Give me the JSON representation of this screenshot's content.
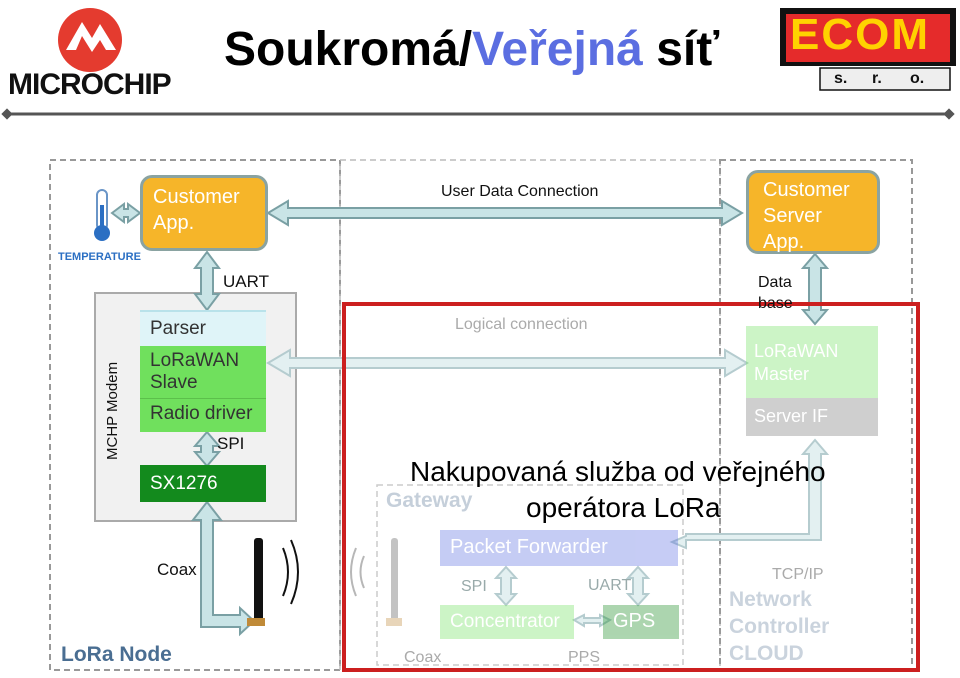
{
  "header": {
    "title_part1": "Soukromá/",
    "title_part2": "Veřejná",
    "title_part3": " síť",
    "left_logo_text": "MICROCHIP",
    "right_logo_text": "ECOM",
    "right_logo_sub": [
      "s.",
      "r.",
      "o."
    ]
  },
  "node": {
    "temperature_label": "TEMPERATURE",
    "customer_app": "Customer App.",
    "uart_label": "UART",
    "modem_label": "MCHP Modem",
    "parser": "Parser",
    "lorawan_slave": "LoRaWAN Slave",
    "radio_driver": "Radio driver",
    "spi_label": "SPI",
    "sx1276": "SX1276",
    "coax_label": "Coax",
    "lora_node_label": "LoRa Node"
  },
  "middle": {
    "user_data_connection": "User Data Connection",
    "logical_connection": "Logical connection",
    "overlay_line1": "Nakupovaná služba od veřejného",
    "overlay_line2": "operátora LoRa",
    "gateway_label": "Gateway",
    "packet_forwarder": "Packet Forwarder",
    "spi_label": "SPI",
    "uart_label": "UART",
    "concentrator": "Concentrator",
    "gps": "GPS",
    "coax_label": "Coax",
    "pps_label": "PPS"
  },
  "server": {
    "customer_server_app": "Customer Server App.",
    "database": "Data base",
    "lorawan_master": "LoRaWAN Master",
    "server_if": "Server IF",
    "tcpip": "TCP/IP",
    "network_controller": "Network Controller CLOUD"
  },
  "colors": {
    "orange": "#f6b529",
    "green": "#70e05d",
    "dark_green": "#138a1d",
    "purple": "#5b6ee1",
    "red_border": "#cc1f1f",
    "arrow_fill": "#c9e4e6",
    "arrow_stroke": "#7aa0a4"
  }
}
